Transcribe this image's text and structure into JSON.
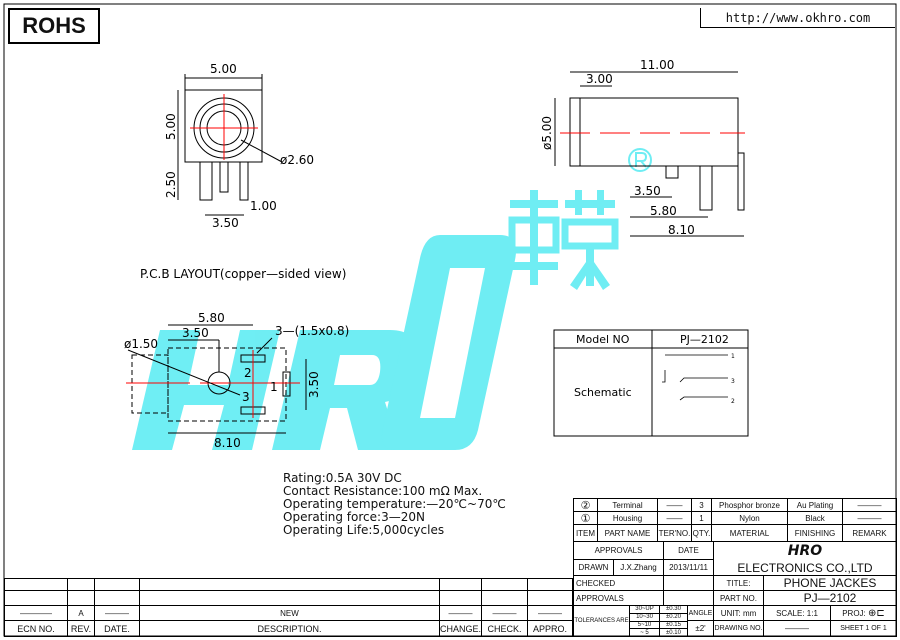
{
  "header": {
    "rohs": "ROHS",
    "url": "http://www.okhro.com"
  },
  "watermark": {
    "logo": "HRO",
    "chinese": "韩荣",
    "registered": "®"
  },
  "front_view": {
    "width": "5.00",
    "height": "5.00",
    "pin": "2.50",
    "hole": "ø2.60",
    "pitch": "3.50",
    "pin_w": "1.00"
  },
  "side_view": {
    "length": "11.00",
    "flange": "3.00",
    "dia": "ø5.00",
    "d1": "3.50",
    "d2": "5.80",
    "d3": "8.10"
  },
  "pcb": {
    "title": "P.C.B LAYOUT(copper—sided view)",
    "d580": "5.80",
    "d350": "3.50",
    "hole": "ø1.50",
    "pads": "3—(1.5x0.8)",
    "pin2": "2",
    "pin1": "1",
    "pin3": "3",
    "v350": "3.50",
    "d810": "8.10"
  },
  "schematic": {
    "model_label": "Model NO",
    "model": "PJ—2102",
    "label": "Schematic",
    "p1": "1",
    "p3": "3",
    "p2": "2"
  },
  "specs": [
    "Rating:0.5A  30V DC",
    "Contact Resistance:100  mΩ  Max.",
    "Operating  temperature:—20℃~70℃",
    "Operating  force:3—20N",
    "Operating  Life:5,000cycles"
  ],
  "bom": {
    "rows": [
      [
        "②",
        "Terminal",
        "——",
        "3",
        "Phosphor bronze",
        "Au Plating",
        "———"
      ],
      [
        "①",
        "Housing",
        "——",
        "1",
        "Nylon",
        "Black",
        "———"
      ]
    ],
    "header": [
      "ITEM",
      "PART NAME",
      "TER'NO.",
      "QTY.",
      "MATERIAL",
      "FINISHING",
      "REMARK"
    ]
  },
  "title_block": {
    "approvals": "APPROVALS",
    "date": "DATE",
    "company": "ELECTRONICS  CO.,LTD",
    "drawn": "DRAWN",
    "drawn_by": "J.X.Zhang",
    "drawn_date": "2013/11/11",
    "checked": "CHECKED",
    "title_label": "TITLE:",
    "title": "PHONE  JACKES",
    "approvals2": "APPROVALS",
    "part_label": "PART NO.",
    "part": "PJ—2102",
    "tol_label": "TOLERANCES ARE",
    "tol": [
      [
        "30~UP",
        "±0.30"
      ],
      [
        "10~30",
        "±0.20"
      ],
      [
        "5~10",
        "±0.15"
      ],
      [
        "~ 5",
        "±0.10"
      ]
    ],
    "angle": "ANGLE",
    "angle_val": "±2'",
    "unit": "UNIT:  mm",
    "scale": "SCALE:   1:1",
    "proj": "PROJ:",
    "drawing_no": "DRAWING NO.",
    "drawing_val": "———",
    "sheet": "SHEET   1  OF  1"
  },
  "ecn": {
    "row": [
      "————",
      "A",
      "———",
      "NEW",
      "———",
      "———",
      "———"
    ],
    "header": [
      "ECN NO.",
      "REV.",
      "DATE.",
      "DESCRIPTION.",
      "CHANGE.",
      "CHECK.",
      "APPRO."
    ]
  }
}
